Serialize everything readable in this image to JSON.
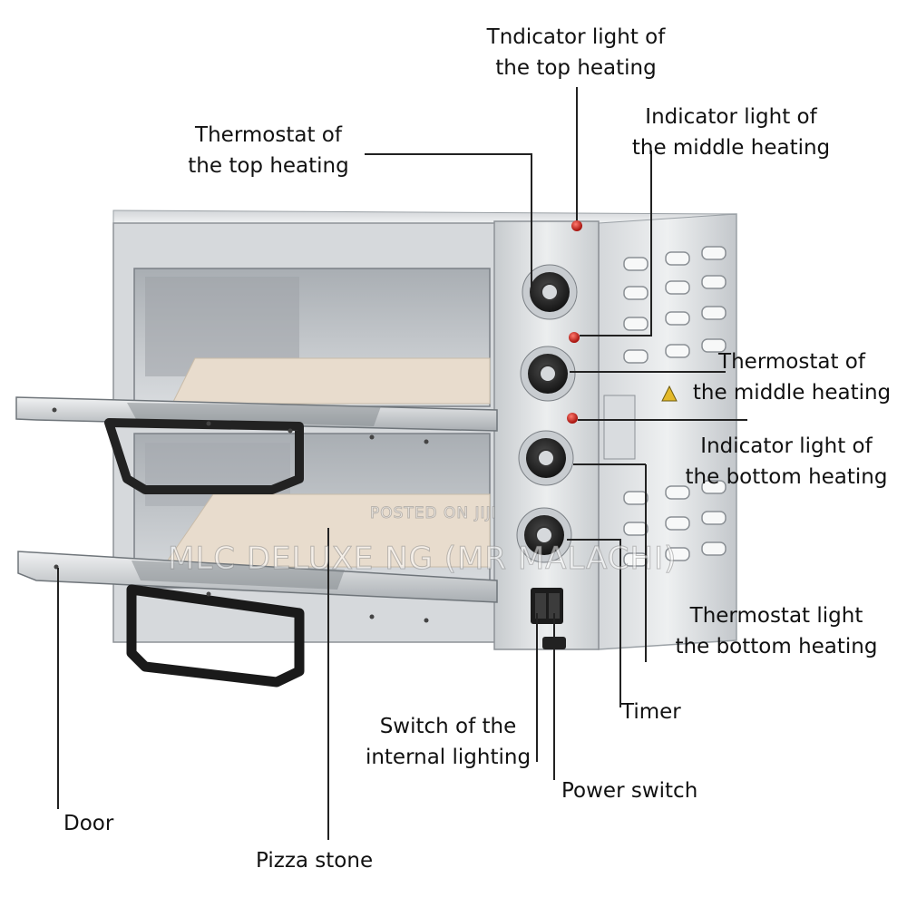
{
  "labels": {
    "ind_top": [
      "Tndicator light of",
      "the top heating"
    ],
    "thermo_top": [
      "Thermostat of",
      "the top heating"
    ],
    "ind_mid": [
      "Indicator light of",
      "the middle heating"
    ],
    "thermo_mid": [
      "Thermostat of",
      "the middle heating"
    ],
    "ind_bot": [
      "Indicator light of",
      "the bottom heating"
    ],
    "thermo_bot": [
      "Thermostat light",
      "the bottom heating"
    ],
    "timer": "Timer",
    "light_switch": [
      "Switch of the",
      "internal lighting"
    ],
    "power_switch": "Power switch",
    "door": "Door",
    "pizza_stone": "Pizza stone"
  },
  "watermark": {
    "main": "MLC DELUXE NG (MR MALACHI)",
    "small": "POSTED ON JIJI"
  },
  "colors": {
    "steel_light": "#e4e6e8",
    "steel_mid": "#b9bdc1",
    "steel_dark": "#8a8f94",
    "stone": "#e8dccd",
    "indicator": "#d0231c",
    "knob": "#2a2a2a",
    "line": "#222222"
  }
}
